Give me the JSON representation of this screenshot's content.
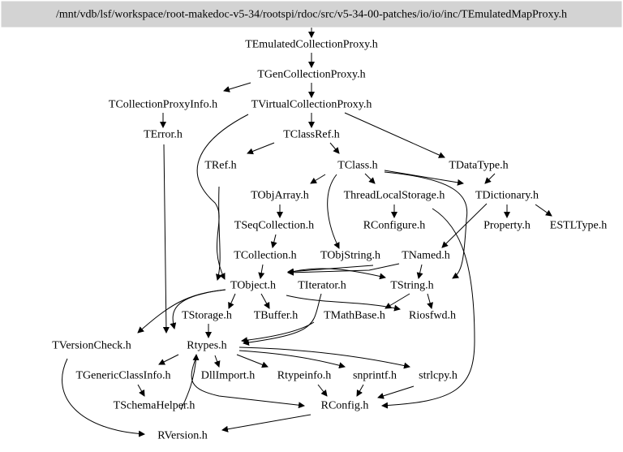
{
  "root": "/mnt/vdb/lsf/workspace/root-makedoc-v5-34/rootspi/rdoc/src/v5-34-00-patches/io/io/inc/TEmulatedMapProxy.h",
  "colors": {
    "root_fill": "#d3d3d3",
    "edge": "#000000"
  },
  "nodes": {
    "TEmulatedCollectionProxy": "TEmulatedCollectionProxy.h",
    "TGenCollectionProxy": "TGenCollectionProxy.h",
    "TCollectionProxyInfo": "TCollectionProxyInfo.h",
    "TVirtualCollectionProxy": "TVirtualCollectionProxy.h",
    "TError": "TError.h",
    "TClassRef": "TClassRef.h",
    "TRef": "TRef.h",
    "TClass": "TClass.h",
    "TDataType": "TDataType.h",
    "TObjArray": "TObjArray.h",
    "ThreadLocalStorage": "ThreadLocalStorage.h",
    "TDictionary": "TDictionary.h",
    "TSeqCollection": "TSeqCollection.h",
    "RConfigure": "RConfigure.h",
    "Property": "Property.h",
    "ESTLType": "ESTLType.h",
    "TCollection": "TCollection.h",
    "TObjString": "TObjString.h",
    "TNamed": "TNamed.h",
    "TObject": "TObject.h",
    "TIterator": "TIterator.h",
    "TString": "TString.h",
    "TStorage": "TStorage.h",
    "TBuffer": "TBuffer.h",
    "TMathBase": "TMathBase.h",
    "Riosfwd": "Riosfwd.h",
    "TVersionCheck": "TVersionCheck.h",
    "Rtypes": "Rtypes.h",
    "TGenericClassInfo": "TGenericClassInfo.h",
    "DllImport": "DllImport.h",
    "Rtypeinfo": "Rtypeinfo.h",
    "snprintf": "snprintf.h",
    "strlcpy": "strlcpy.h",
    "TSchemaHelper": "TSchemaHelper.h",
    "RConfig": "RConfig.h",
    "RVersion": "RVersion.h"
  }
}
